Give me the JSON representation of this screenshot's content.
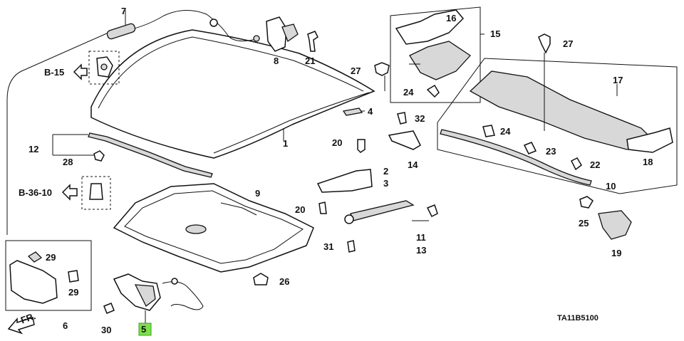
{
  "callouts": {
    "c1": "1",
    "c2": "2",
    "c3": "3",
    "c4": "4",
    "c5": "5",
    "c6": "6",
    "c7": "7",
    "c8": "8",
    "c9": "9",
    "c10": "10",
    "c11": "11",
    "c12": "12",
    "c13": "13",
    "c14": "14",
    "c15": "15",
    "c16": "16",
    "c17": "17",
    "c18": "18",
    "c19": "19",
    "c20a": "20",
    "c20b": "20",
    "c21": "21",
    "c22": "22",
    "c23": "23",
    "c24a": "24",
    "c24b": "24",
    "c25": "25",
    "c26": "26",
    "c27a": "27",
    "c27b": "27",
    "c28": "28",
    "c29a": "29",
    "c29b": "29",
    "c30": "30",
    "c31": "31",
    "c32": "32"
  },
  "refs": {
    "b15": "B-15",
    "b3610": "B-36-10",
    "front": "FR."
  },
  "diagram_code": "TA11B5100",
  "highlight": {
    "part": "5",
    "color": "#7de04a"
  }
}
